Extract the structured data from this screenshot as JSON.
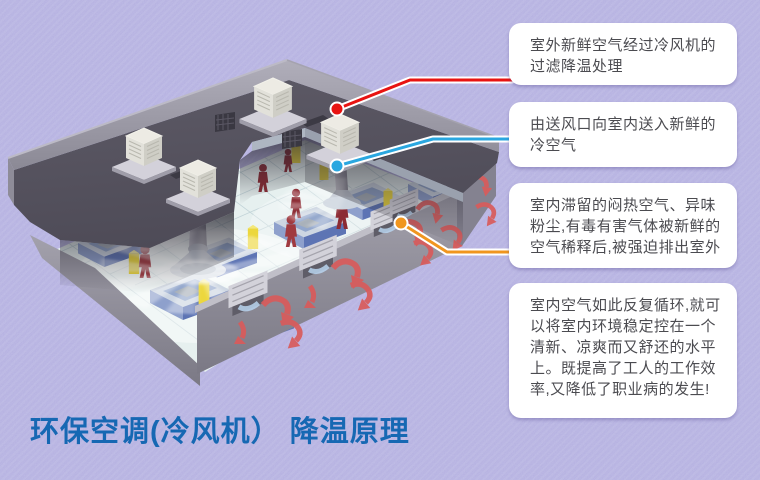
{
  "title": {
    "text": "环保空调(冷风机） 降温原理",
    "color": "#1668b3"
  },
  "callouts": [
    {
      "id": "fresh-air-intake",
      "text": "室外新鲜空气经过冷风机的过滤降温处理",
      "line_color": "#e81311",
      "marker": "red-dot"
    },
    {
      "id": "supply-air",
      "text": "由送风口向室内送入新鲜的冷空气",
      "line_color": "#2aa7e0",
      "marker": "cyan-dot"
    },
    {
      "id": "exhaust-air",
      "text": "室内滞留的闷热空气、异味粉尘,有毒有害气体被新鲜的空气稀释后,被强迫排出室外",
      "line_color": "#f0961f",
      "marker": "orange-dot"
    },
    {
      "id": "circulation-summary",
      "text": "室内空气如此反复循环,就可以将室内环境稳定控在一个清新、凉爽而又舒还的水平上。既提高了工人的工作效率,又降低了职业病的发生!",
      "line_color": null
    }
  ],
  "diagram": {
    "description": "isometric-factory-evaporative-cooling-cutaway",
    "background_color": "#b6b2e2",
    "callout_box_color": "#ffffff",
    "cooler_units": 4,
    "exhaust_vents": 5,
    "workers": 6
  }
}
